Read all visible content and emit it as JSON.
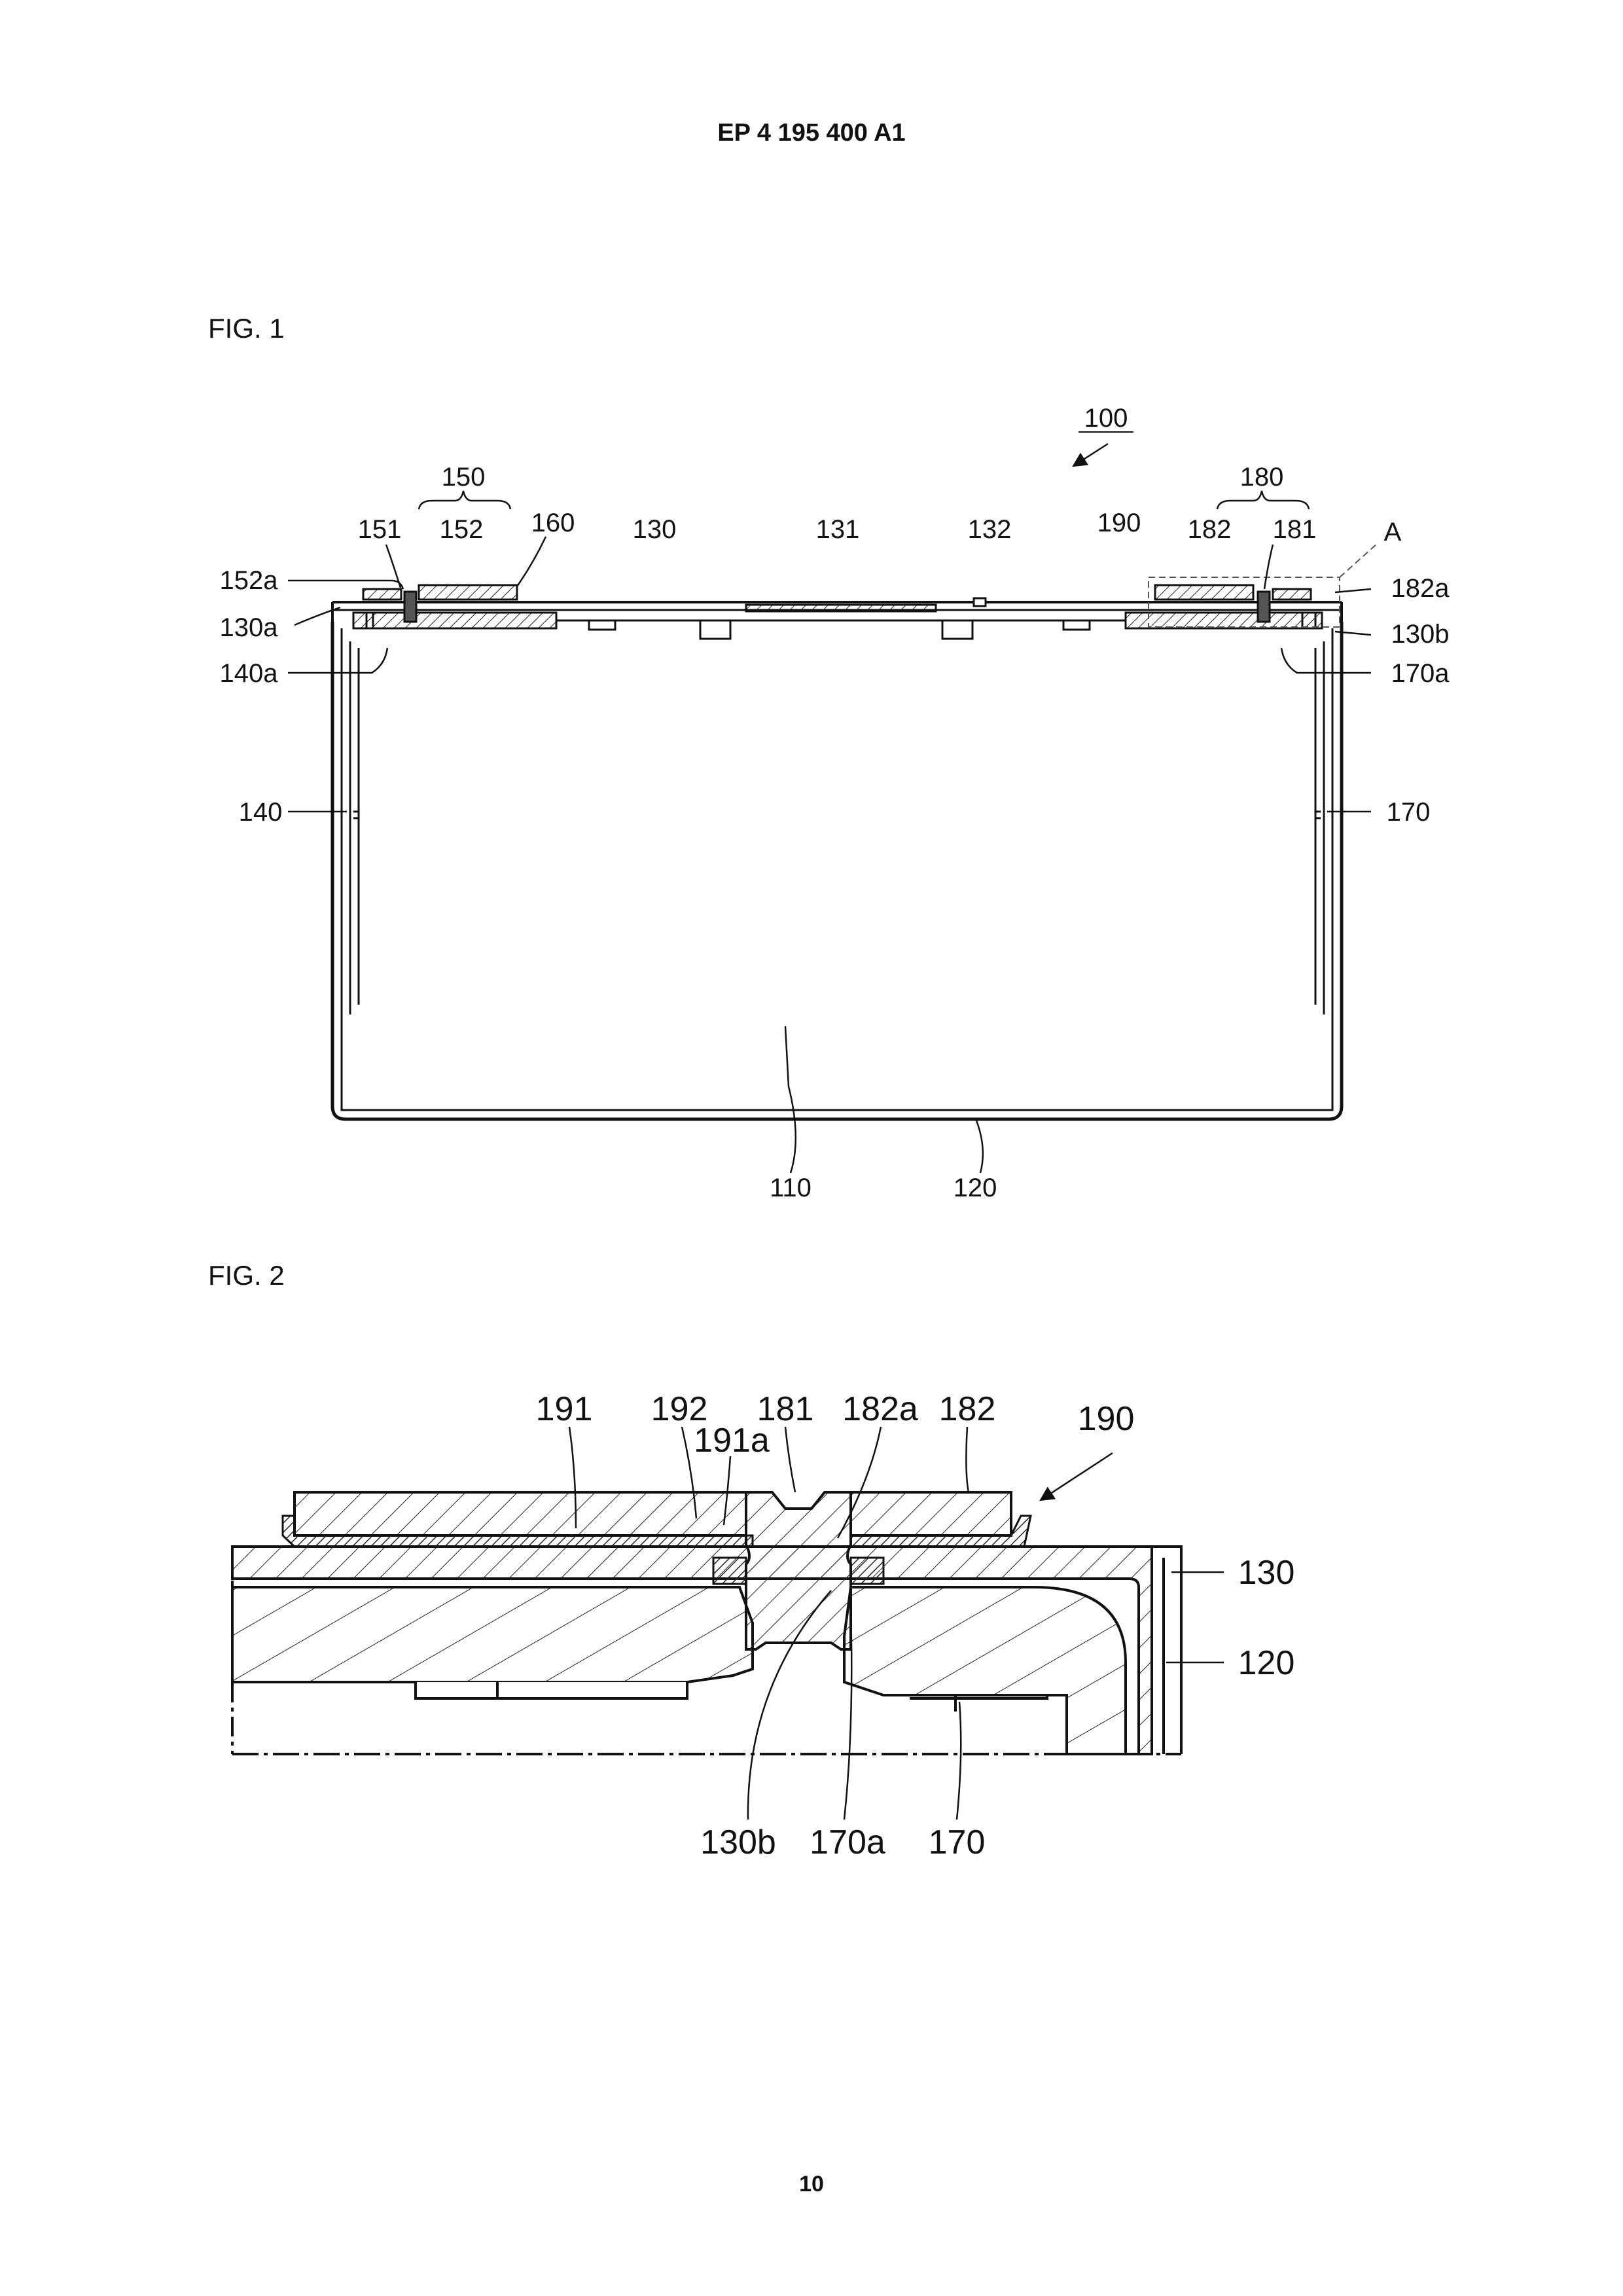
{
  "header": {
    "document_number": "EP 4 195 400 A1"
  },
  "figures": [
    {
      "caption": "FIG. 1",
      "labels": {
        "l100": "100",
        "l150": "150",
        "l151": "151",
        "l152": "152",
        "l160": "160",
        "l130": "130",
        "l131": "131",
        "l132": "132",
        "l190": "190",
        "l180": "180",
        "l182": "182",
        "l181": "181",
        "lA": "A",
        "l152a": "152a",
        "l130a": "130a",
        "l140a": "140a",
        "l140": "140",
        "l182a": "182a",
        "l130b": "130b",
        "l170a": "170a",
        "l170": "170",
        "l110": "110",
        "l120": "120"
      }
    },
    {
      "caption": "FIG. 2",
      "labels": {
        "l191": "191",
        "l192": "192",
        "l181": "181",
        "l182a": "182a",
        "l182": "182",
        "l190": "190",
        "l191a": "191a",
        "l130": "130",
        "l120": "120",
        "l130b": "130b",
        "l170a": "170a",
        "l170": "170"
      }
    }
  ],
  "footer": {
    "page_number": "10"
  }
}
